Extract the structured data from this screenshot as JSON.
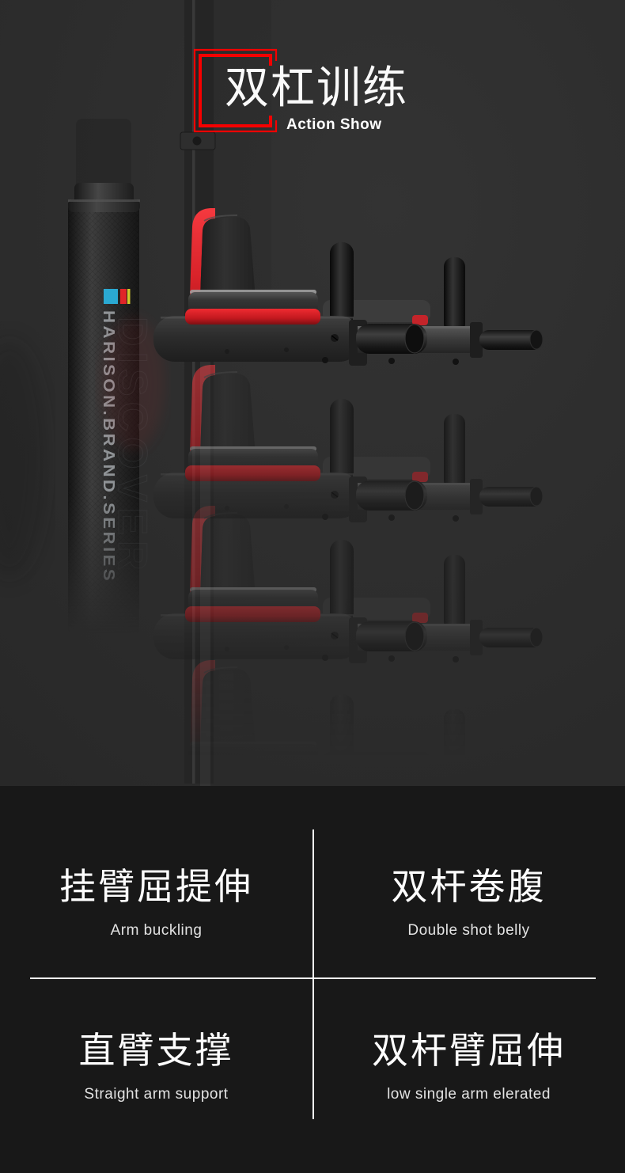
{
  "header": {
    "title": "双杠训练",
    "subtitle": "Action Show"
  },
  "photo": {
    "pole_brand_text": "HARISON.BRAND.SERIES",
    "pole_ghost_text": "DISCOVER"
  },
  "features": {
    "items": [
      {
        "cn": "挂臂屈提伸",
        "en": "Arm buckling"
      },
      {
        "cn": "双杆卷腹",
        "en": "Double shot belly"
      },
      {
        "cn": "直臂支撑",
        "en": "Straight arm support"
      },
      {
        "cn": "双杆臂屈伸",
        "en": "low single arm elerated"
      }
    ]
  },
  "colors": {
    "accent_red": "#f50000",
    "equipment_red": "#e0262c",
    "photo_bg": "#2d2d2d",
    "panel_bg": "#181818",
    "divider_white": "#ffffff",
    "brand_blue": "#2aa9d2",
    "brand_yellow": "#d4c92a"
  }
}
